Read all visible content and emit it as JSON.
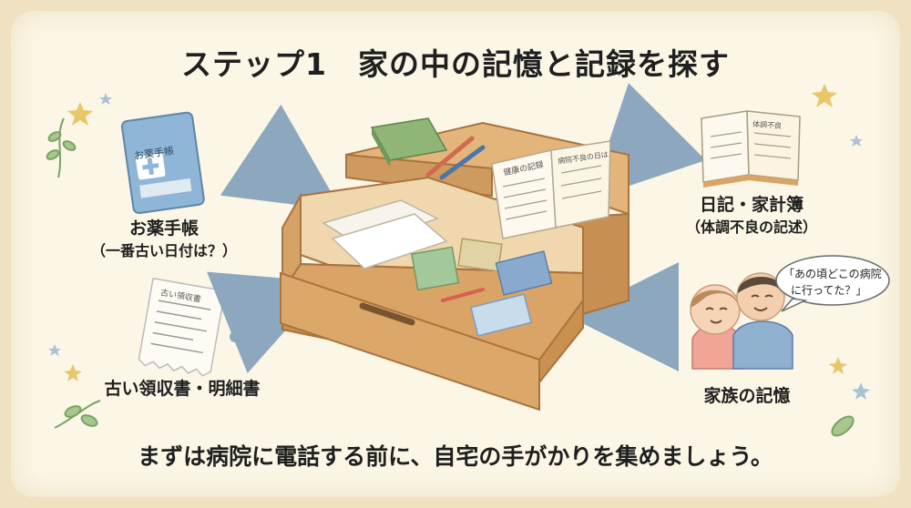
{
  "title": "ステップ1　家の中の記憶と記録を探す",
  "footer": "まずは病院に電話する前に、自宅の手がかりを集めましょう。",
  "items": {
    "medicine_notebook": {
      "label": "お薬手帳",
      "sub": "（一番古い日付は？）",
      "cover_text": "お薬手帳"
    },
    "receipts": {
      "label": "古い領収書・明細書",
      "doc_text": "古い領収書"
    },
    "diary": {
      "label": "日記・家計簿",
      "sub": "（体調不良の記述）",
      "page_text": "体調不良"
    },
    "family": {
      "label": "家族の記憶",
      "speech_line1": "「あの頃どこの病院",
      "speech_line2": "に行ってた？」"
    },
    "open_book": {
      "left_page": "健康の記録",
      "right_page": "病院不良の日は"
    }
  },
  "colors": {
    "accent_blue": "#7fa8c9",
    "wood": "#d9a466",
    "wood_dark": "#b97f44",
    "arrow": "#8da7bf"
  }
}
